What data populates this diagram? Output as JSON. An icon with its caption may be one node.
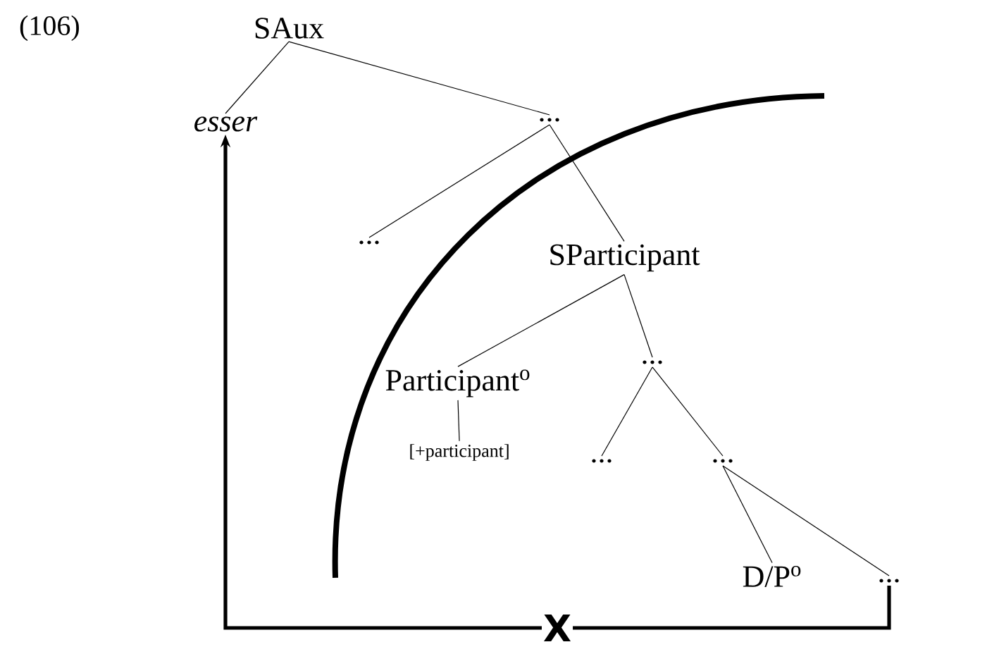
{
  "diagram": {
    "nodes": [
      {
        "text": [
          "SAux"
        ]
      },
      {
        "text": [
          "*esser*"
        ]
      },
      {
        "text": [
          "..."
        ]
      },
      {
        "text": [
          "..."
        ]
      },
      {
        "text": [
          "SParticipant"
        ]
      },
      {
        "text": [
          "Participant$^{o}$"
        ]
      },
      {
        "text": [
          "..."
        ]
      },
      {
        "text": [
          "[+participant]"
        ]
      },
      {
        "text": [
          "..."
        ]
      },
      {
        "text": [
          "..."
        ]
      },
      {
        "text": [
          "D/P$^{o}$"
        ]
      },
      {
        "text": [
          "..."
        ]
      }
    ],
    "edges": [
      {
        "from": 0,
        "to": 1,
        "arrow": "none"
      },
      {
        "from": 0,
        "to": 2,
        "arrow": "none"
      },
      {
        "from": 2,
        "to": 3,
        "arrow": "none"
      },
      {
        "from": 2,
        "to": 4,
        "arrow": "none"
      },
      {
        "from": 4,
        "to": 5,
        "arrow": "none"
      },
      {
        "from": 4,
        "to": 6,
        "arrow": "none"
      },
      {
        "from": 5,
        "to": 7,
        "arrow": "none"
      },
      {
        "from": 6,
        "to": 8,
        "arrow": "none"
      },
      {
        "from": 6,
        "to": 9,
        "arrow": "none"
      },
      {
        "from": 9,
        "to": 10,
        "arrow": "none"
      },
      {
        "from": 9,
        "to": 11,
        "arrow": "none"
      },
      {
        "from": 11,
        "to": 1,
        "arrow": "to",
        "label": "X",
        "style": "thick"
      }
    ],
    "labels": [
      "(106)"
    ]
  }
}
